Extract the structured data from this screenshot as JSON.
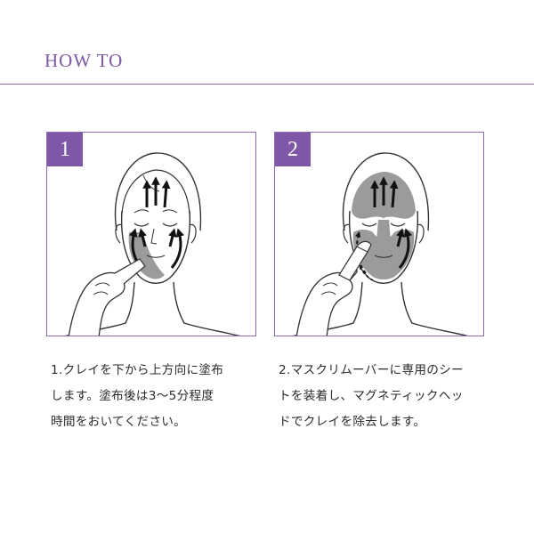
{
  "header": {
    "title": "HOW TO"
  },
  "steps": [
    {
      "number": "1",
      "text": "1.クレイを下から上方向に塗布\nします。塗布後は3〜5分程度\n時間をおいてください。"
    },
    {
      "number": "2",
      "text": "2.マスクリムーバーに専用のシー\nトを装着し、マグネティックヘッ\nドでクレイを除去します。"
    }
  ],
  "colors": {
    "accent": "#7e57a6",
    "clay": "#9b9b9b",
    "line": "#333333"
  }
}
